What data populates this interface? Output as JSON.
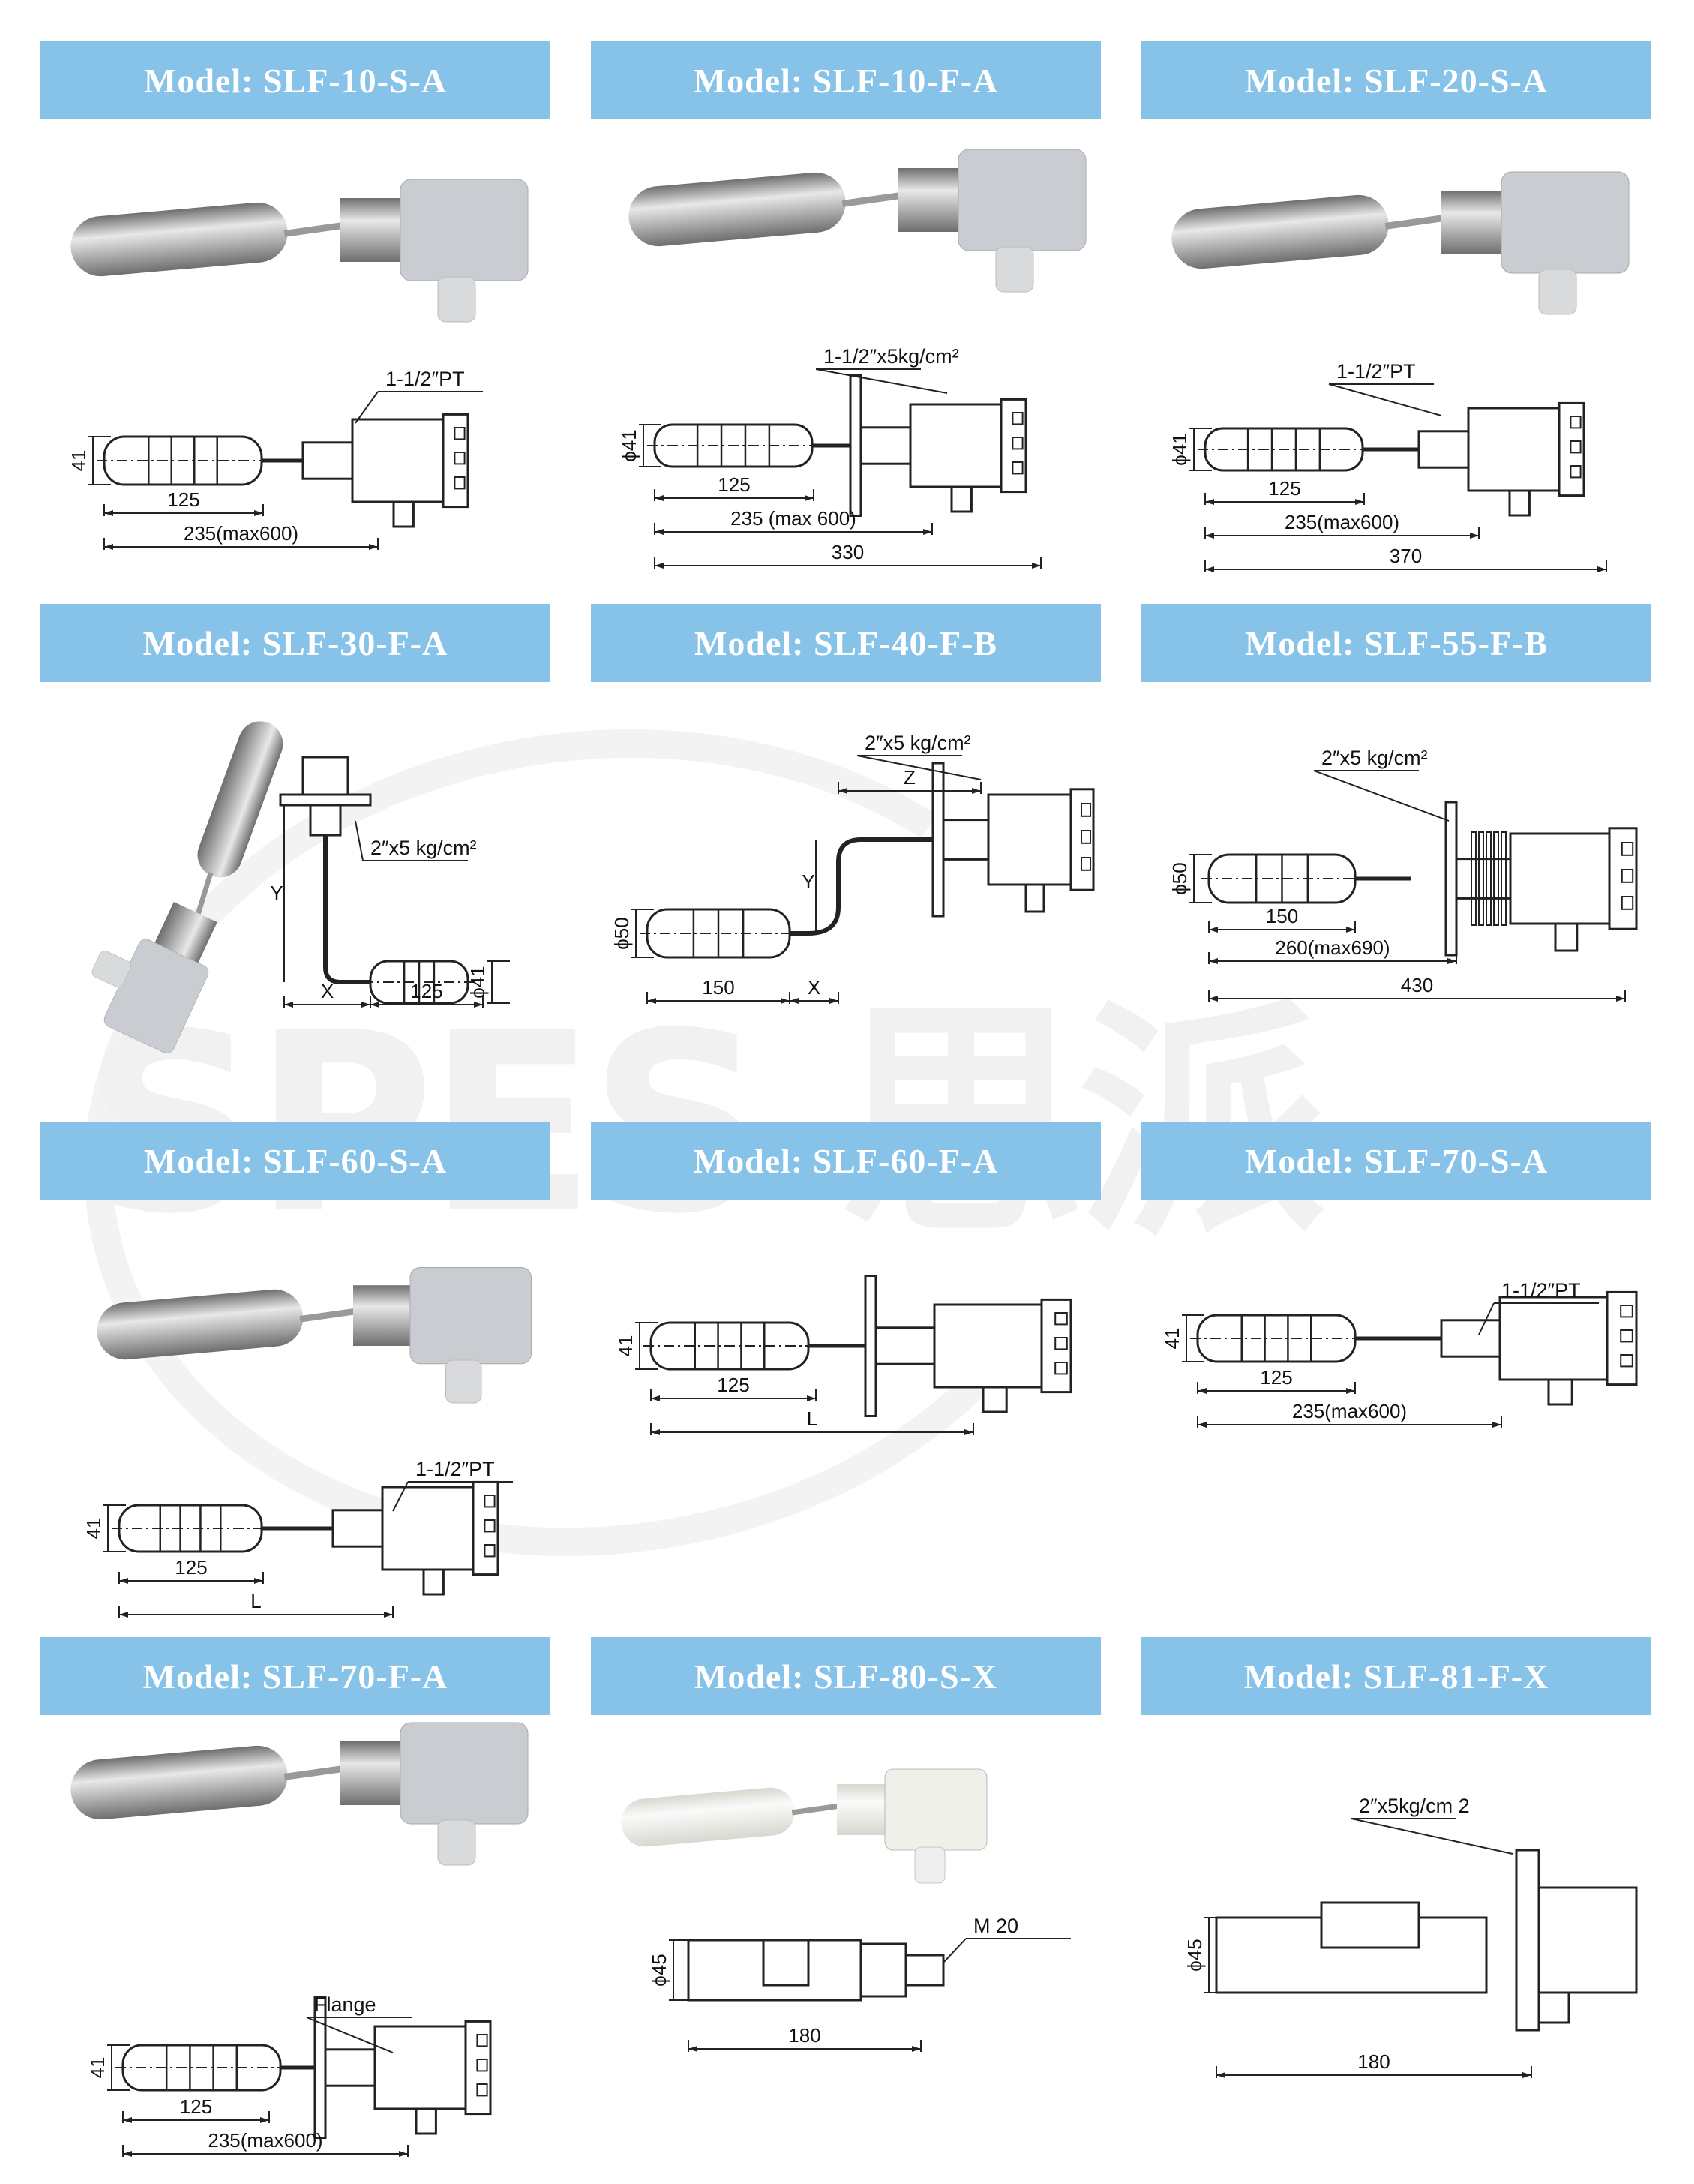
{
  "watermark": {
    "text": "SPES 思派"
  },
  "colors": {
    "header_bg": "#87c3e9",
    "header_text": "#ffffff",
    "line": "#222222"
  },
  "panels": [
    {
      "model": "Model: SLF-10-S-A",
      "spec": "1-1/2″PT",
      "dia": "41",
      "dims": [
        "125",
        "235(max600)"
      ]
    },
    {
      "model": "Model: SLF-10-F-A",
      "spec": "1-1/2″x5kg/cm²",
      "dia": "ϕ41",
      "dims": [
        "125",
        "235 (max 600)",
        "330"
      ]
    },
    {
      "model": "Model: SLF-20-S-A",
      "spec": "1-1/2″PT",
      "dia": "ϕ41",
      "dims": [
        "125",
        "235(max600)",
        "370"
      ]
    },
    {
      "model": "Model: SLF-30-F-A",
      "spec": "2″x5 kg/cm²",
      "dia": "ϕ41",
      "dims": [
        "125"
      ],
      "x": "X",
      "y": "Y"
    },
    {
      "model": "Model: SLF-40-F-B",
      "spec": "2″x5 kg/cm²",
      "dia": "ϕ50",
      "dims": [
        "150"
      ],
      "x": "X",
      "y": "Y",
      "z": "Z"
    },
    {
      "model": "Model: SLF-55-F-B",
      "spec": "2″x5 kg/cm²",
      "dia": "ϕ50",
      "dims": [
        "150",
        "260(max690)",
        "430"
      ]
    },
    {
      "model": "Model: SLF-60-S-A",
      "spec": "1-1/2″PT",
      "dia": "41",
      "dims": [
        "125",
        "L"
      ]
    },
    {
      "model": "Model: SLF-60-F-A",
      "dia": "41",
      "dims": [
        "125",
        "L"
      ]
    },
    {
      "model": "Model: SLF-70-S-A",
      "spec": "1-1/2″PT",
      "dia": "41",
      "dims": [
        "125",
        "235(max600)"
      ]
    },
    {
      "model": "Model: SLF-70-F-A",
      "spec": "Flange",
      "dia": "41",
      "dims": [
        "125",
        "235(max600)"
      ]
    },
    {
      "model": "Model: SLF-80-S-X",
      "spec": "M 20",
      "dia": "ϕ45",
      "dims": [
        "180"
      ]
    },
    {
      "model": "Model: SLF-81-F-X",
      "spec": "2″x5kg/cm 2",
      "dia": "ϕ45",
      "dims": [
        "180"
      ]
    }
  ]
}
